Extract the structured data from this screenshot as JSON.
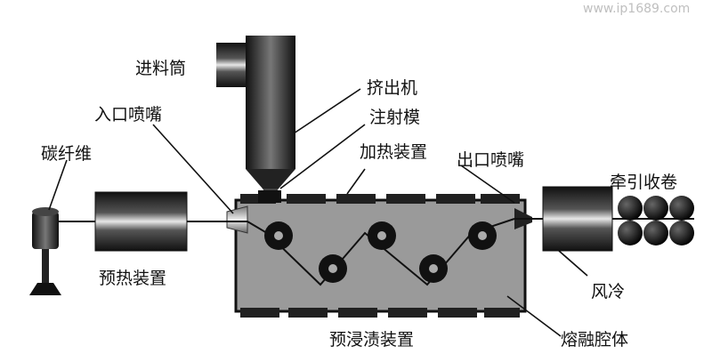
{
  "watermark": "www.ip1689.com",
  "labels": {
    "hopper": "进料筒",
    "extruder": "挤出机",
    "inlet_nozzle": "入口喷嘴",
    "injection_die": "注射模",
    "carbon_fiber": "碳纤维",
    "heating_device": "加热装置",
    "outlet_nozzle": "出口喷嘴",
    "haul_off_winding": "牵引收卷",
    "preheating_device": "预热装置",
    "air_cooling": "风冷",
    "pre_impregnation_device": "预浸渍装置",
    "melt_cavity": "熔融腔体"
  },
  "colors": {
    "line": "#111111",
    "chamber_fill": "#9a9a9a",
    "dark": "#1a1a1a",
    "heater": "#202020"
  }
}
